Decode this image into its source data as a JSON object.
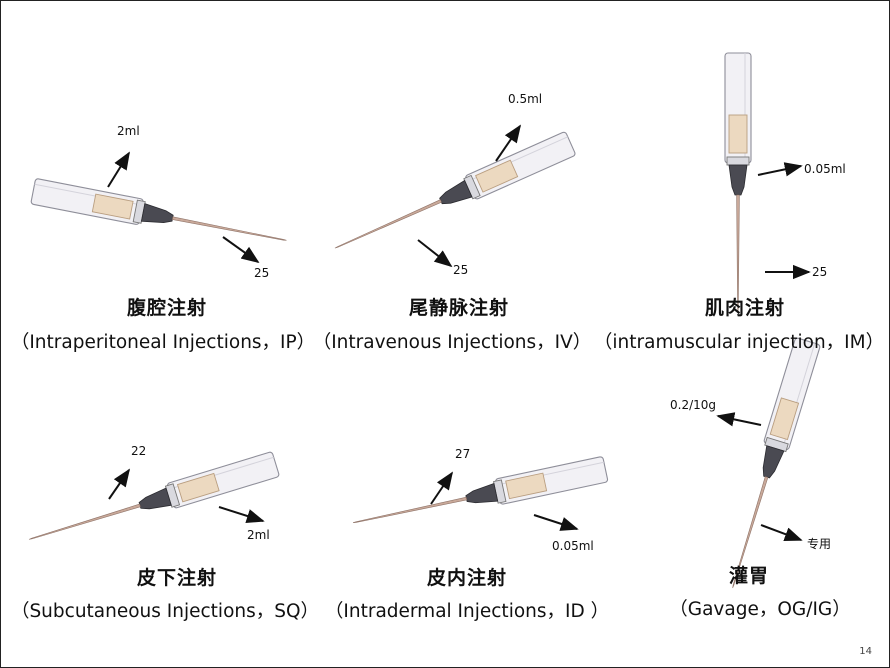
{
  "page_number": "14",
  "panels": [
    {
      "id": "ip",
      "title": "腹腔注射",
      "subtitle": "（Intraperitoneal Injections，IP）",
      "volume": "2ml",
      "gauge": "25"
    },
    {
      "id": "iv",
      "title": "尾静脉注射",
      "subtitle": "（Intravenous Injections，IV）",
      "volume": "0.5ml",
      "gauge": "25"
    },
    {
      "id": "im",
      "title": "肌肉注射",
      "subtitle": "（intramuscular injection，IM）",
      "volume": "0.05ml",
      "gauge": "25"
    },
    {
      "id": "sq",
      "title": "皮下注射",
      "subtitle": "（Subcutaneous Injections，SQ）",
      "volume": "2ml",
      "gauge": "22"
    },
    {
      "id": "id",
      "title": "皮内注射",
      "subtitle": "（Intradermal Injections，ID ）",
      "volume": "0.05ml",
      "gauge": "27"
    },
    {
      "id": "og",
      "title": "灌胃",
      "subtitle": "（Gavage，OG/IG）",
      "volume": "0.2/10g",
      "gauge": "专用"
    }
  ]
}
